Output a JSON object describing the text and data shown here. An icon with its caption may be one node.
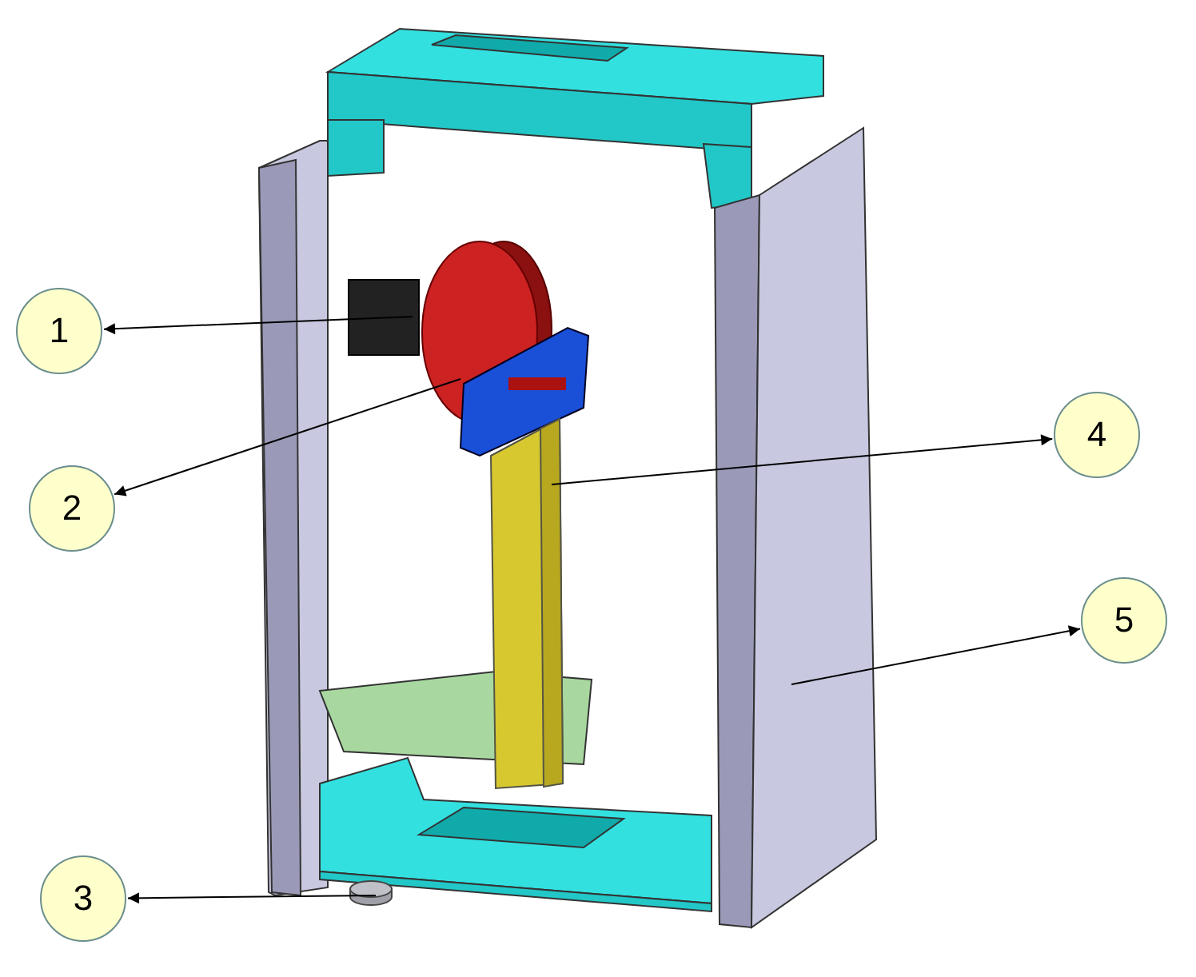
{
  "diagram": {
    "nodes": [
      {
        "text": [
          "1"
        ]
      },
      {
        "text": [
          "2"
        ]
      },
      {
        "text": [
          "3"
        ]
      },
      {
        "text": [
          "4"
        ]
      },
      {
        "text": [
          "5"
        ]
      },
      {
        "text": [],
        "shape": "box"
      },
      {
        "text": [],
        "shape": "picture"
      },
      {
        "text": [],
        "shape": "cylinder"
      },
      {
        "text": [],
        "shape": "picture"
      },
      {
        "text": [],
        "shape": "picture"
      }
    ],
    "edges": [
      {
        "from": 5,
        "to": 0,
        "arrow": "to"
      },
      {
        "from": 6,
        "to": 1,
        "arrow": "to"
      },
      {
        "from": 7,
        "to": 2,
        "arrow": "to"
      },
      {
        "from": 8,
        "to": 3,
        "arrow": "to"
      },
      {
        "from": 9,
        "to": 4,
        "arrow": "to"
      }
    ]
  }
}
